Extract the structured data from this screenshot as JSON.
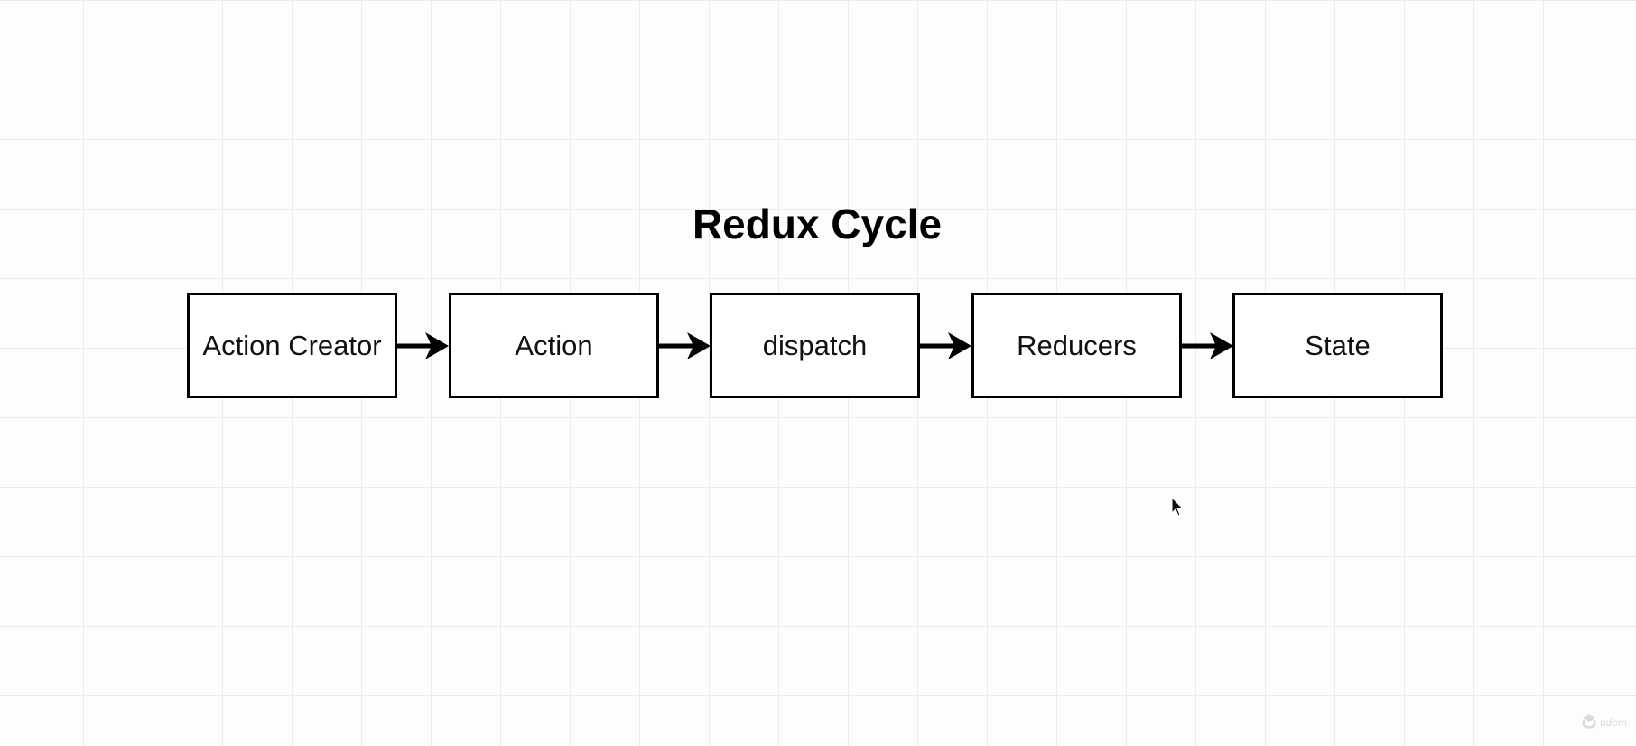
{
  "diagram": {
    "title": "Redux Cycle",
    "nodes": [
      {
        "id": "action-creator",
        "label": "Action Creator"
      },
      {
        "id": "action",
        "label": "Action"
      },
      {
        "id": "dispatch",
        "label": "dispatch"
      },
      {
        "id": "reducers",
        "label": "Reducers"
      },
      {
        "id": "state",
        "label": "State"
      }
    ],
    "edges": [
      {
        "from": "action-creator",
        "to": "action"
      },
      {
        "from": "action",
        "to": "dispatch"
      },
      {
        "from": "dispatch",
        "to": "reducers"
      },
      {
        "from": "reducers",
        "to": "state"
      }
    ]
  },
  "colors": {
    "background": "#fdfdfd",
    "grid": "#ececec",
    "stroke": "#000000",
    "box_fill": "#ffffff"
  },
  "icons": {
    "cursor": "mouse-pointer-icon",
    "watermark": "udemy-logo-icon"
  },
  "watermark": {
    "text": "udem"
  }
}
